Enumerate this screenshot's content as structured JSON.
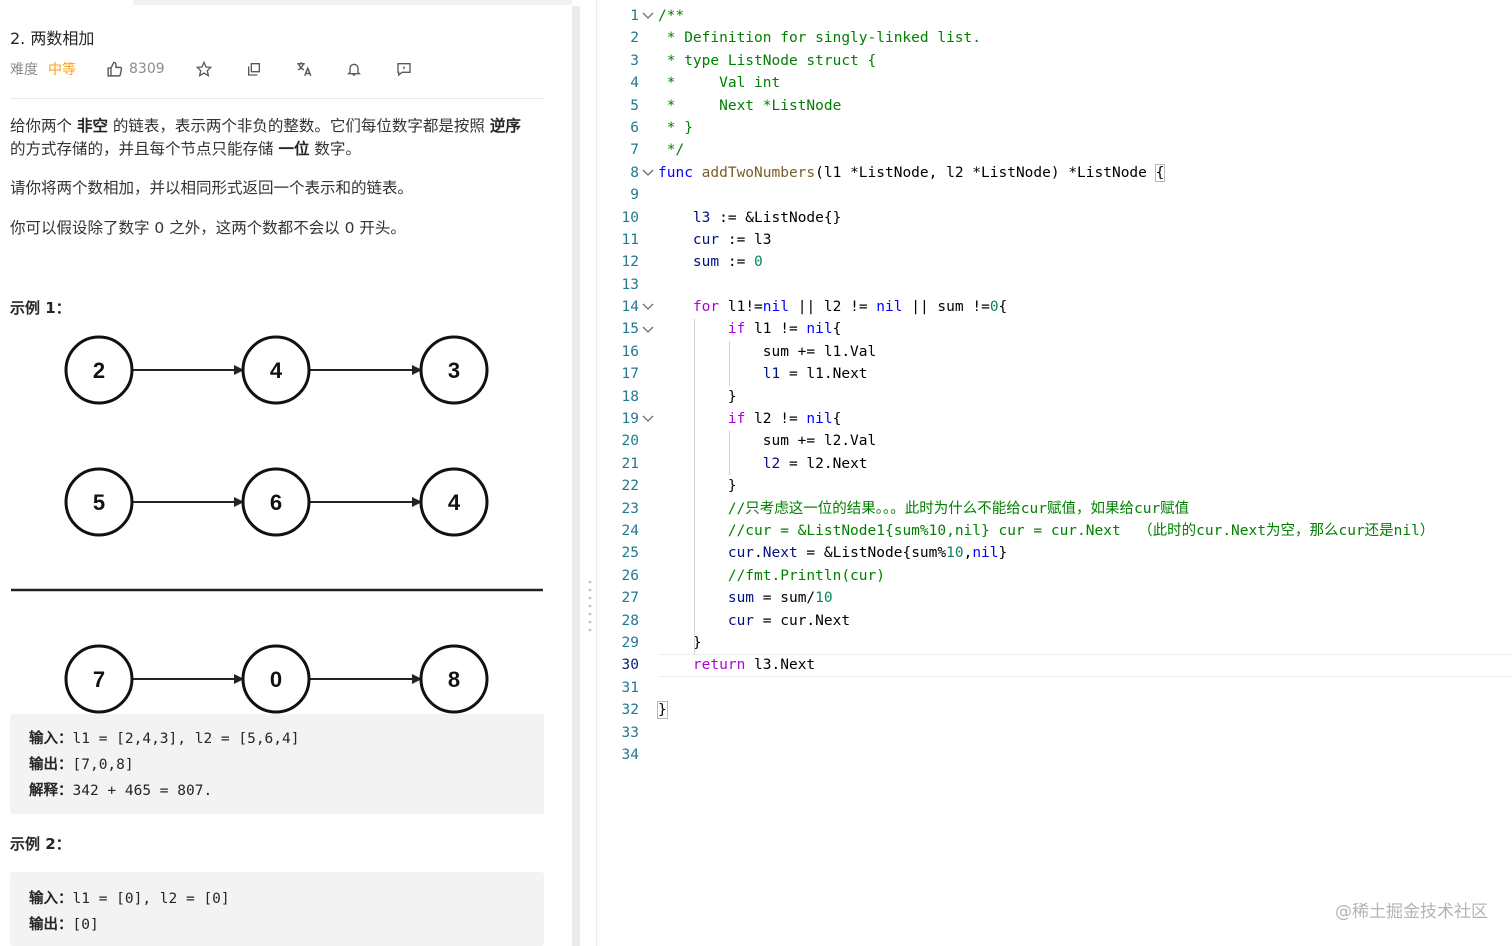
{
  "problem": {
    "title": "2. 两数相加",
    "difficulty_label": "难度",
    "difficulty_value": "中等",
    "likes": "8309",
    "icons": [
      "thumbs-up-icon",
      "star-icon",
      "share-icon",
      "translate-icon",
      "bell-icon",
      "feedback-icon"
    ],
    "description": [
      [
        {
          "t": "给你两个 "
        },
        {
          "t": "非空",
          "b": true
        },
        {
          "t": " 的链表，表示两个非负的整数。它们每位数字都是按照 "
        },
        {
          "t": "逆序",
          "b": true
        },
        {
          "t": " 的方式存储的，并且每个节点只能存储 "
        },
        {
          "t": "一位",
          "b": true
        },
        {
          "t": " 数字。"
        }
      ],
      [
        {
          "t": "请你将两个数相加，并以相同形式返回一个表示和的链表。"
        }
      ],
      [
        {
          "t": "你可以假设除了数字 0 之外，这两个数都不会以 0 开头。"
        }
      ]
    ],
    "example1_title": "示例 1：",
    "example1_diagram": {
      "row1": [
        "2",
        "4",
        "3"
      ],
      "row2": [
        "5",
        "6",
        "4"
      ],
      "row3": [
        "7",
        "0",
        "8"
      ]
    },
    "example1_lines": [
      {
        "key": "输入：",
        "val": "l1 = [2,4,3], l2 = [5,6,4]"
      },
      {
        "key": "输出：",
        "val": "[7,0,8]"
      },
      {
        "key": "解释：",
        "val": "342 + 465 = 807."
      }
    ],
    "example2_title": "示例 2：",
    "example2_lines": [
      {
        "key": "输入：",
        "val": "l1 = [0], l2 = [0]"
      },
      {
        "key": "输出：",
        "val": "[0]"
      }
    ]
  },
  "editor": {
    "active_line": 30,
    "folds": [
      1,
      8,
      14,
      15,
      19
    ],
    "lines": [
      [
        [
          "cm",
          "/**"
        ]
      ],
      [
        [
          "cm",
          " * Definition for singly-linked list."
        ]
      ],
      [
        [
          "cm",
          " * type ListNode struct {"
        ]
      ],
      [
        [
          "cm",
          " *     Val int"
        ]
      ],
      [
        [
          "cm",
          " *     Next *ListNode"
        ]
      ],
      [
        [
          "cm",
          " * }"
        ]
      ],
      [
        [
          "cm",
          " */"
        ]
      ],
      [
        [
          "kb",
          "func"
        ],
        [
          "pl",
          " "
        ],
        [
          "fn",
          "addTwoNumbers"
        ],
        [
          "pl",
          "(l1 *ListNode, l2 *ListNode) *ListNode "
        ],
        [
          "brk",
          "{"
        ]
      ],
      [],
      [
        [
          "pl",
          "    "
        ],
        [
          "var",
          "l3"
        ],
        [
          "pl",
          " := &ListNode{}"
        ]
      ],
      [
        [
          "pl",
          "    "
        ],
        [
          "var",
          "cur"
        ],
        [
          "pl",
          " := l3"
        ]
      ],
      [
        [
          "pl",
          "    "
        ],
        [
          "var",
          "sum"
        ],
        [
          "pl",
          " := "
        ],
        [
          "num",
          "0"
        ]
      ],
      [],
      [
        [
          "pl",
          "    "
        ],
        [
          "kw",
          "for"
        ],
        [
          "pl",
          " l1!="
        ],
        [
          "kb",
          "nil"
        ],
        [
          "pl",
          " || l2 != "
        ],
        [
          "kb",
          "nil"
        ],
        [
          "pl",
          " || sum !="
        ],
        [
          "num",
          "0"
        ],
        [
          "pl",
          "{"
        ]
      ],
      [
        [
          "pl",
          "        "
        ],
        [
          "kw",
          "if"
        ],
        [
          "pl",
          " l1 != "
        ],
        [
          "kb",
          "nil"
        ],
        [
          "pl",
          "{"
        ]
      ],
      [
        [
          "pl",
          "            sum += l1.Val"
        ]
      ],
      [
        [
          "pl",
          "            "
        ],
        [
          "var",
          "l1"
        ],
        [
          "pl",
          " = l1.Next"
        ]
      ],
      [
        [
          "pl",
          "        }"
        ]
      ],
      [
        [
          "pl",
          "        "
        ],
        [
          "kw",
          "if"
        ],
        [
          "pl",
          " l2 != "
        ],
        [
          "kb",
          "nil"
        ],
        [
          "pl",
          "{"
        ]
      ],
      [
        [
          "pl",
          "            sum += l2.Val"
        ]
      ],
      [
        [
          "pl",
          "            "
        ],
        [
          "var",
          "l2"
        ],
        [
          "pl",
          " = l2.Next"
        ]
      ],
      [
        [
          "pl",
          "        }"
        ]
      ],
      [
        [
          "pl",
          "        "
        ],
        [
          "cm",
          "//只考虑这一位的结果。。。此时为什么不能给cur赋值，如果给cur赋值"
        ]
      ],
      [
        [
          "pl",
          "        "
        ],
        [
          "cm",
          "//cur = &ListNode1{sum%10,nil} cur = cur.Next  （此时的cur.Next为空，那么cur还是nil）"
        ]
      ],
      [
        [
          "pl",
          "        "
        ],
        [
          "var",
          "cur"
        ],
        [
          "pl",
          "."
        ],
        [
          "var",
          "Next"
        ],
        [
          "pl",
          " = &ListNode{sum%"
        ],
        [
          "num",
          "10"
        ],
        [
          "pl",
          ","
        ],
        [
          "kb",
          "nil"
        ],
        [
          "pl",
          "}"
        ]
      ],
      [
        [
          "pl",
          "        "
        ],
        [
          "cm",
          "//fmt.Println(cur)"
        ]
      ],
      [
        [
          "pl",
          "        "
        ],
        [
          "var",
          "sum"
        ],
        [
          "pl",
          " = sum/"
        ],
        [
          "num",
          "10"
        ]
      ],
      [
        [
          "pl",
          "        "
        ],
        [
          "var",
          "cur"
        ],
        [
          "pl",
          " = cur.Next"
        ]
      ],
      [
        [
          "pl",
          "    }"
        ]
      ],
      [
        [
          "pl",
          "    "
        ],
        [
          "kw",
          "return"
        ],
        [
          "pl",
          " l3.Next"
        ]
      ],
      [],
      [
        [
          "brk",
          "}"
        ]
      ],
      [],
      []
    ]
  },
  "watermark": "@稀土掘金技术社区"
}
